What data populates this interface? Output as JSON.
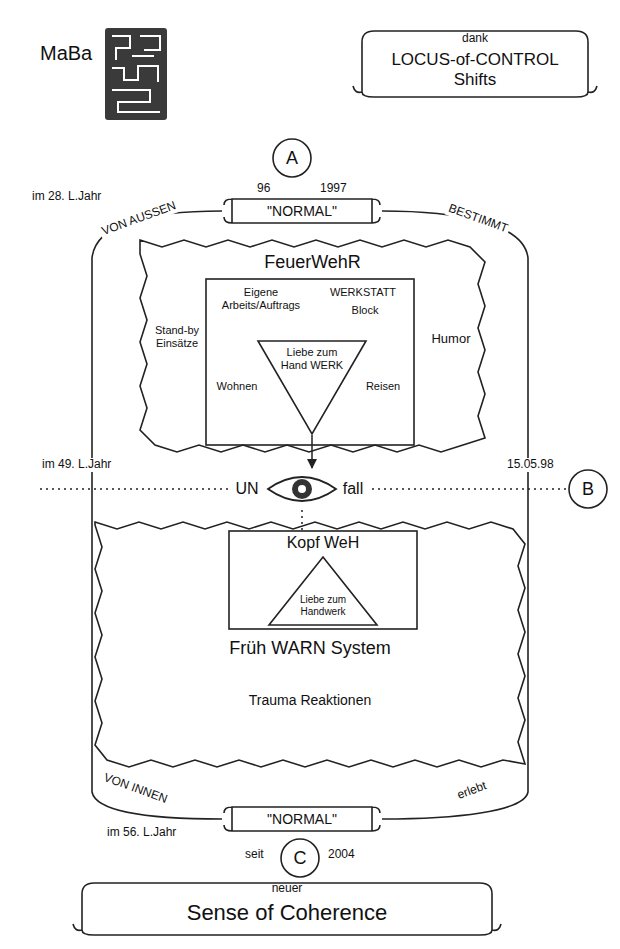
{
  "diagram": {
    "nodes": [
      {
        "text": [
          "dank",
          "LOCUS-of-CONTROL Shifts"
        ]
      },
      {
        "text": [
          "A"
        ]
      },
      {
        "text": [
          "\"NORMAL\""
        ]
      },
      {
        "text": [
          "FeuerWehR",
          "Stand-by Einsätze",
          "Humor"
        ]
      },
      {
        "text": [
          "Eigene Arbeits/Auftrags",
          "WERKSTATT",
          "Block",
          "Wohnen",
          "Reisen"
        ],
        "in": 3
      },
      {
        "text": [
          "Liebe zum Hand WERK"
        ],
        "in": 4
      },
      {
        "text": [
          "UN",
          "fall"
        ]
      },
      {
        "text": [
          "B"
        ]
      },
      {
        "text": [
          "Früh WARN System",
          "Trauma Reaktionen"
        ]
      },
      {
        "text": [
          "Kopf WeH"
        ],
        "in": 8
      },
      {
        "text": [
          "Liebe zum Handwerk"
        ],
        "in": 9
      },
      {
        "text": [
          "\"NORMAL\""
        ]
      },
      {
        "text": [
          "C"
        ]
      },
      {
        "text": [
          "neuer",
          "Sense of Coherence"
        ]
      }
    ],
    "edges": [
      {
        "from": 5,
        "to": 6,
        "arrow": "to"
      },
      {
        "from": 6,
        "to": 9,
        "arrow": "none"
      },
      {
        "from": 6,
        "to": 7,
        "arrow": "none"
      }
    ],
    "labels": [
      "MaBa",
      "im 28. L.Jahr",
      "96",
      "1997",
      "VON AUSSEN",
      "BESTIMMT",
      "im 49. L.Jahr",
      "15.05.98",
      "VON INNEN",
      "erlebt",
      "im 56. L.Jahr",
      "seit",
      "2004"
    ]
  }
}
